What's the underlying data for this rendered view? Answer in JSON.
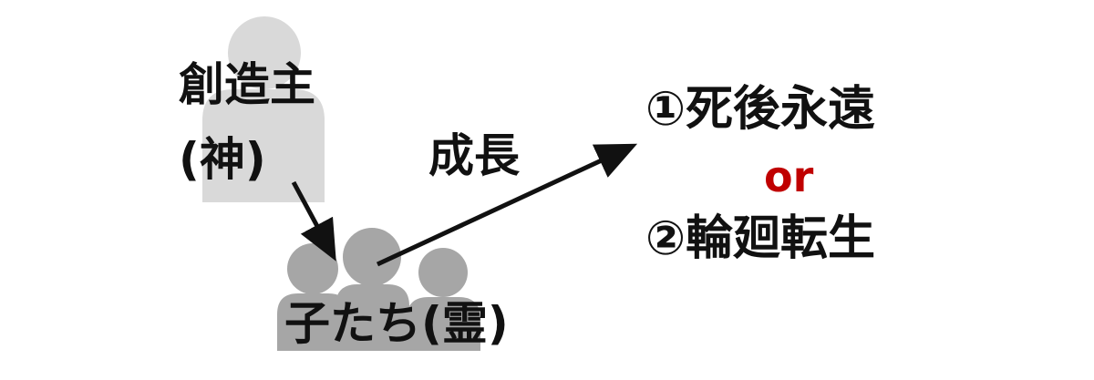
{
  "creator": {
    "line1": "創造主",
    "line2": "(神)"
  },
  "growth_label": "成長",
  "children_label": "子たち(霊)",
  "outcomes": {
    "first": "①死後永遠",
    "connector": "or",
    "second": "②輪廻転生"
  },
  "colors": {
    "figure_creator": "#d9d9d9",
    "figure_children": "#a6a6a6",
    "arrow": "#111111",
    "connector_text": "#c00000",
    "text": "#111111"
  }
}
